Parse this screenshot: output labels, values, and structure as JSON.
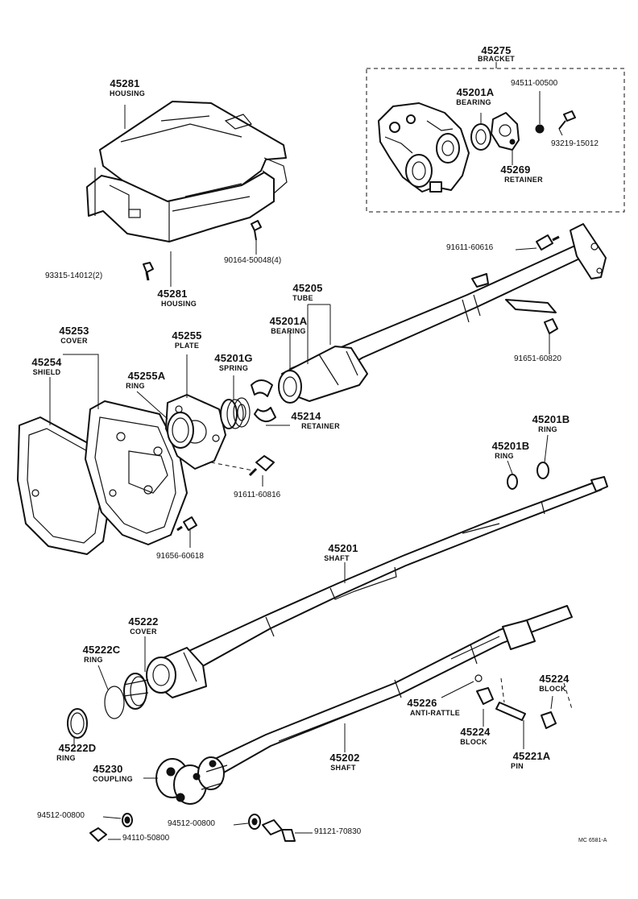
{
  "parts": {
    "bracket_kit": {
      "number": "45275",
      "name": "BRACKET"
    },
    "housing_upper": {
      "number": "45281",
      "name": "HOUSING"
    },
    "housing_lower": {
      "number": "45281",
      "name": "HOUSING"
    },
    "bearing_bracket": {
      "number": "45201A",
      "name": "BEARING"
    },
    "screw_94511": {
      "number": "94511-00500"
    },
    "screw_93219": {
      "number": "93219-15012"
    },
    "retainer_45269": {
      "number": "45269",
      "name": "RETAINER"
    },
    "bolt_91611_616": {
      "number": "91611-60616"
    },
    "screw_90164": {
      "number": "90164-50048(4)"
    },
    "screw_93315": {
      "number": "93315-14012(2)"
    },
    "tube": {
      "number": "45205",
      "name": "TUBE"
    },
    "bearing_tube": {
      "number": "45201A",
      "name": "BEARING"
    },
    "bolt_91651": {
      "number": "91651-60820"
    },
    "cover_45253": {
      "number": "45253",
      "name": "COVER"
    },
    "shield": {
      "number": "45254",
      "name": "SHIELD"
    },
    "plate": {
      "number": "45255",
      "name": "PLATE"
    },
    "spring": {
      "number": "45201G",
      "name": "SPRING"
    },
    "ring_45255a": {
      "number": "45255A",
      "name": "RING"
    },
    "retainer_45214": {
      "number": "45214",
      "name": "RETAINER"
    },
    "ring_45201b_right": {
      "number": "45201B",
      "name": "RING"
    },
    "ring_45201b_left": {
      "number": "45201B",
      "name": "RING"
    },
    "bolt_91611_816": {
      "number": "91611-60816"
    },
    "bolt_91656": {
      "number": "91656-60618"
    },
    "shaft_upper": {
      "number": "45201",
      "name": "SHAFT"
    },
    "cover_45222": {
      "number": "45222",
      "name": "COVER"
    },
    "ring_45222c": {
      "number": "45222C",
      "name": "RING"
    },
    "ring_45222d": {
      "number": "45222D",
      "name": "RING"
    },
    "coupling": {
      "number": "45230",
      "name": "COUPLING"
    },
    "shaft_lower": {
      "number": "45202",
      "name": "SHAFT"
    },
    "anti_rattle": {
      "number": "45226",
      "name": "ANTI-RATTLE"
    },
    "block_upper": {
      "number": "45224",
      "name": "BLOCK"
    },
    "block_lower": {
      "number": "45224",
      "name": "BLOCK"
    },
    "pin": {
      "number": "45221A",
      "name": "PIN"
    },
    "washer_94512_a": {
      "number": "94512-00800"
    },
    "washer_94512_b": {
      "number": "94512-00800"
    },
    "nut_94110": {
      "number": "94110-50800"
    },
    "bolt_91121": {
      "number": "91121-70830"
    }
  },
  "figure_code": "MC 6581-A"
}
